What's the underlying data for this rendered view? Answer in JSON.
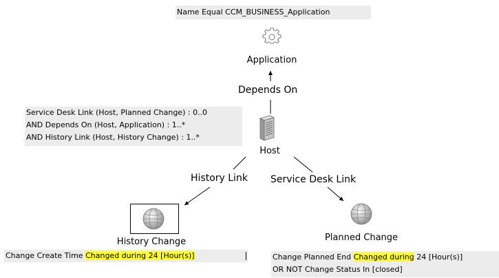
{
  "top_condition": "Name  Equal  CCM_BUSINESS_Application",
  "nodes": {
    "application": "Application",
    "host": "Host",
    "history_change": "History Change",
    "planned_change": "Planned Change"
  },
  "edges": {
    "depends_on": "Depends On",
    "history_link": "History Link",
    "service_desk_link": "Service Desk Link"
  },
  "host_conditions": [
    "Service Desk Link (Host, Planned Change) : 0..0",
    "AND  Depends On (Host, Application) : 1..*",
    "AND  History Link (Host, History Change) : 1..*"
  ],
  "history_condition": {
    "attribute": "Change Create Time",
    "operator": "Changed during",
    "value": " 24 [Hour(s)]"
  },
  "planned_conditions": {
    "line1": {
      "attribute": "Change Planned End",
      "operator": "Changed during",
      "value": "24 [Hour(s)]"
    },
    "line2": "OR    NOT  Change Status  In  [closed]"
  },
  "colors": {
    "highlight": "#ffff33",
    "condition_bg": "#ececec"
  }
}
